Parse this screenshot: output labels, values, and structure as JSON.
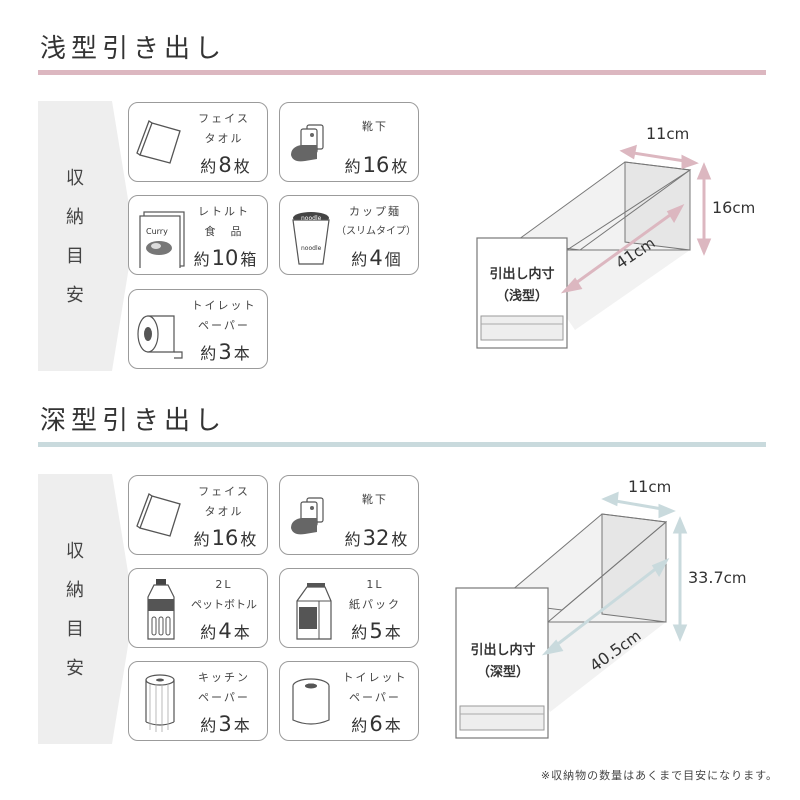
{
  "shallow": {
    "title": "浅型引き出し",
    "side": [
      "収",
      "納",
      "目",
      "安"
    ],
    "items": [
      {
        "icon": "towel-icon",
        "label1": "フェイス",
        "label2": "タオル",
        "prefix": "約",
        "count": "8",
        "unit": "枚"
      },
      {
        "icon": "socks-icon",
        "label1": "靴下",
        "label2": "",
        "prefix": "約",
        "count": "16",
        "unit": "枚"
      },
      {
        "icon": "curry-box-icon",
        "label1": "レトルト",
        "label2": "食　品",
        "prefix": "約",
        "count": "10",
        "unit": "箱",
        "icon_text": "Curry"
      },
      {
        "icon": "noodle-cup-icon",
        "label1": "カップ麺",
        "label2": "（スリムタイプ）",
        "prefix": "約",
        "count": "4",
        "unit": "個",
        "icon_text": "noodle"
      },
      {
        "icon": "toilet-paper-icon",
        "label1": "トイレット",
        "label2": "ペーパー",
        "prefix": "約",
        "count": "3",
        "unit": "本"
      }
    ],
    "drawer": {
      "label1": "引出し内寸",
      "label2": "（浅型）",
      "width": "11",
      "height": "16",
      "depth": "41",
      "unit": "cm"
    }
  },
  "deep": {
    "title": "深型引き出し",
    "side": [
      "収",
      "納",
      "目",
      "安"
    ],
    "items": [
      {
        "icon": "towel-icon",
        "label1": "フェイス",
        "label2": "タオル",
        "prefix": "約",
        "count": "16",
        "unit": "枚"
      },
      {
        "icon": "socks-icon",
        "label1": "靴下",
        "label2": "",
        "prefix": "約",
        "count": "32",
        "unit": "枚"
      },
      {
        "icon": "pet-bottle-icon",
        "label1": "2L",
        "label2": "ペットボトル",
        "prefix": "約",
        "count": "4",
        "unit": "本"
      },
      {
        "icon": "milk-carton-icon",
        "label1": "1L",
        "label2": "紙パック",
        "prefix": "約",
        "count": "5",
        "unit": "本"
      },
      {
        "icon": "kitchen-paper-icon",
        "label1": "キッチン",
        "label2": "ペーパー",
        "prefix": "約",
        "count": "3",
        "unit": "本"
      },
      {
        "icon": "toilet-paper-icon",
        "label1": "トイレット",
        "label2": "ペーパー",
        "prefix": "約",
        "count": "6",
        "unit": "本"
      }
    ],
    "drawer": {
      "label1": "引出し内寸",
      "label2": "（深型）",
      "width": "11",
      "height": "33.7",
      "depth": "40.5",
      "unit": "cm"
    }
  },
  "colors": {
    "shallow_accent": "#dcb7c0",
    "deep_accent": "#c9dadd",
    "side_bg": "#eeeeee"
  },
  "footnote": "※収納物の数量はあくまで目安になります。"
}
